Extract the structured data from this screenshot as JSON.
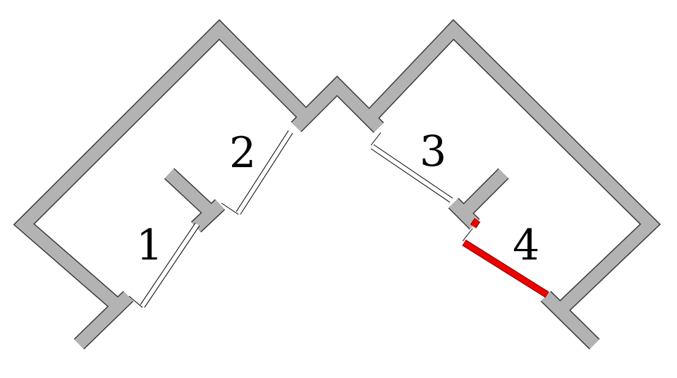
{
  "labels": [
    "1",
    "2",
    "3",
    "4"
  ],
  "colors": {
    "wall": "#b3b3b3",
    "highlight_door": "#ee0000"
  },
  "highlighted_door": "4"
}
